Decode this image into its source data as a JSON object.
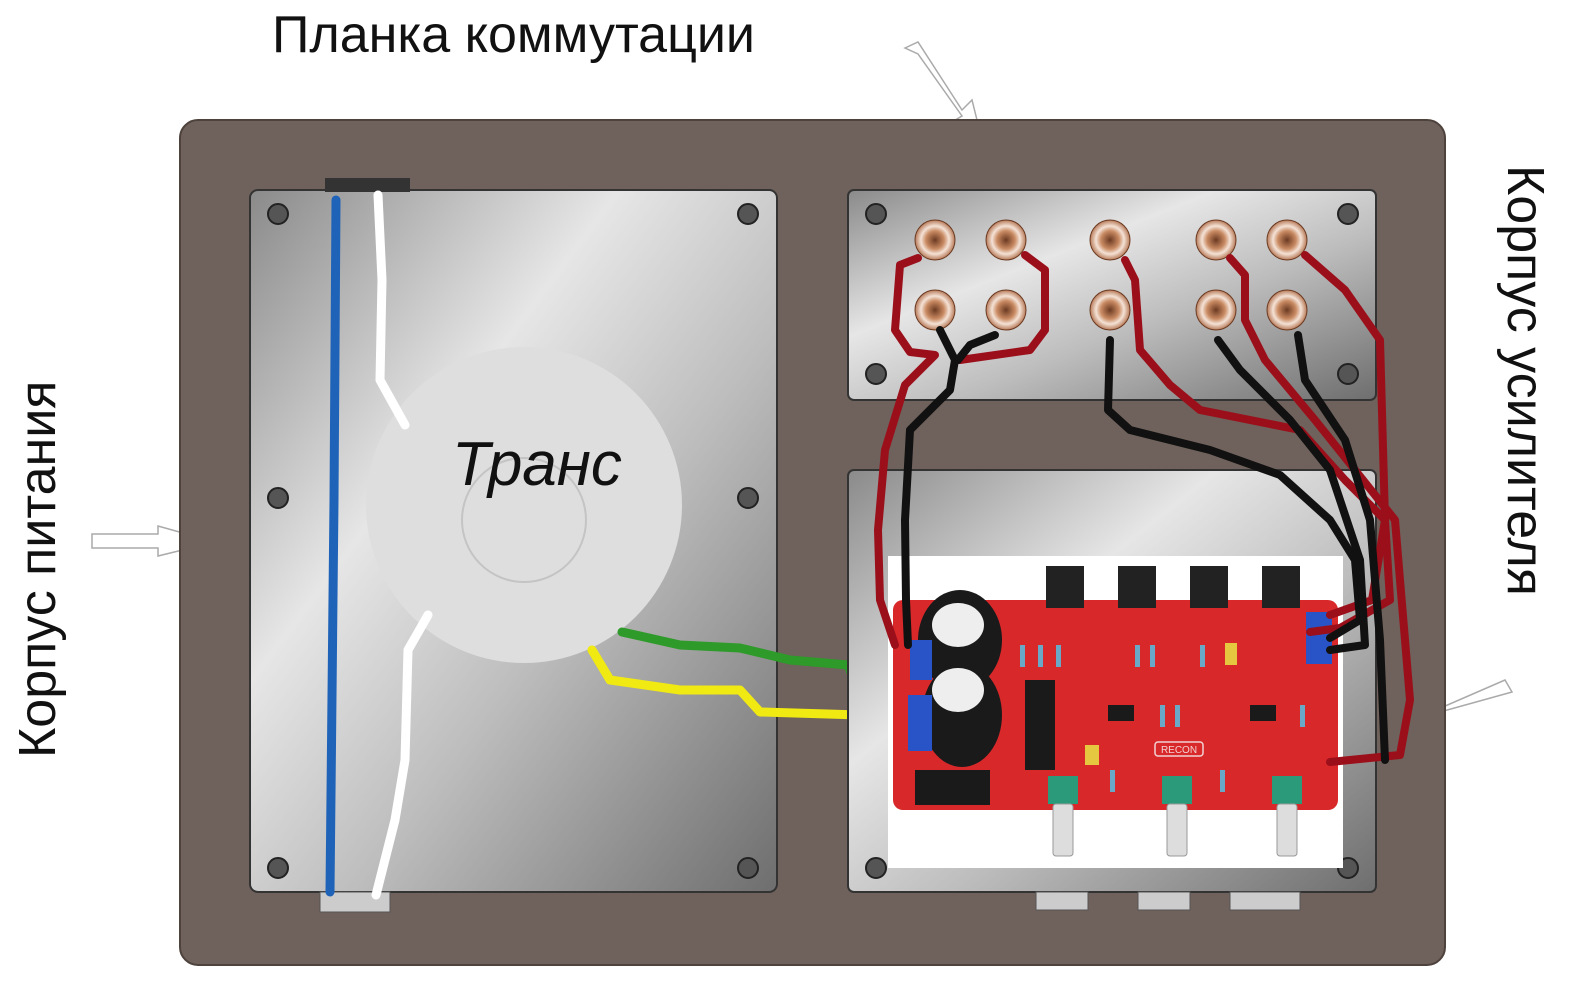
{
  "labels": {
    "top": "Планка коммутации",
    "left": "Корпус питания",
    "right": "Корпус усилителя",
    "transformer": "Транс",
    "pcb_brand": "RECON"
  },
  "colors": {
    "case": "#6f615b",
    "panel": "#c8c8c8",
    "wire_red": "#9b0f1a",
    "wire_black": "#111111",
    "wire_blue": "#1f63b8",
    "wire_green": "#2e9a2a",
    "wire_yellow": "#f0ea12",
    "pcb": "#d8282a"
  }
}
